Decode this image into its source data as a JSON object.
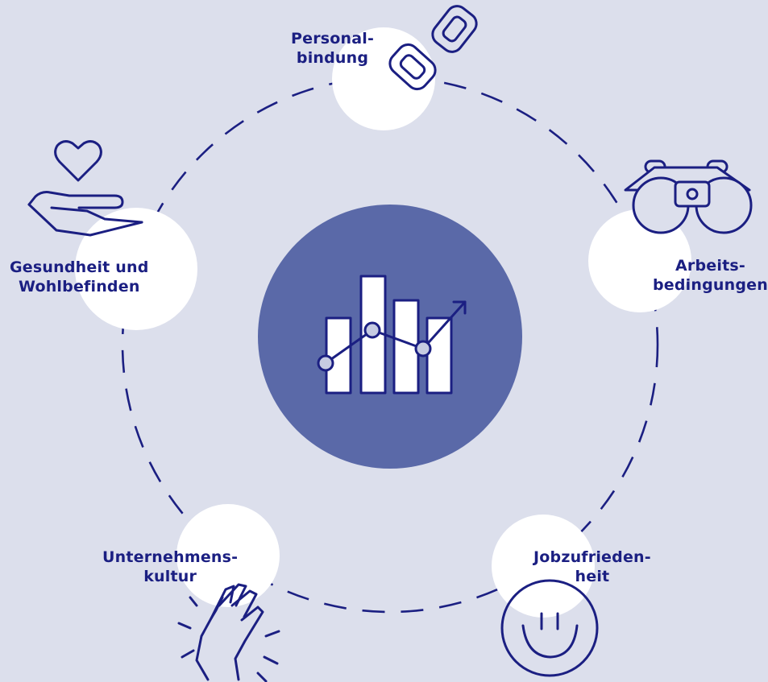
{
  "colors": {
    "background": "#dcdfec",
    "center_circle": "#5a69a8",
    "node_circle": "#ffffff",
    "ink": "#1b1f82",
    "bar_fill": "#ffffff",
    "dot_fill": "#c6cbe2"
  },
  "center": {
    "icon": "bar-chart-trend-icon"
  },
  "nodes": [
    {
      "id": "personalbindung",
      "line1": "Personal-",
      "line2": "bindung",
      "icon": "chain-link-icon"
    },
    {
      "id": "arbeitsbedingungen",
      "line1": "Arbeits-",
      "line2": "bedingungen",
      "icon": "binoculars-icon"
    },
    {
      "id": "jobzufriedenheit",
      "line1": "Jobzufrieden-",
      "line2": "heit",
      "icon": "smiley-icon"
    },
    {
      "id": "unternehmenskultur",
      "line1": "Unternehmens-",
      "line2": "kultur",
      "icon": "hands-together-icon"
    },
    {
      "id": "gesundheit",
      "line1": "Gesundheit und",
      "line2": "Wohlbefinden",
      "icon": "heart-in-hand-icon"
    }
  ]
}
